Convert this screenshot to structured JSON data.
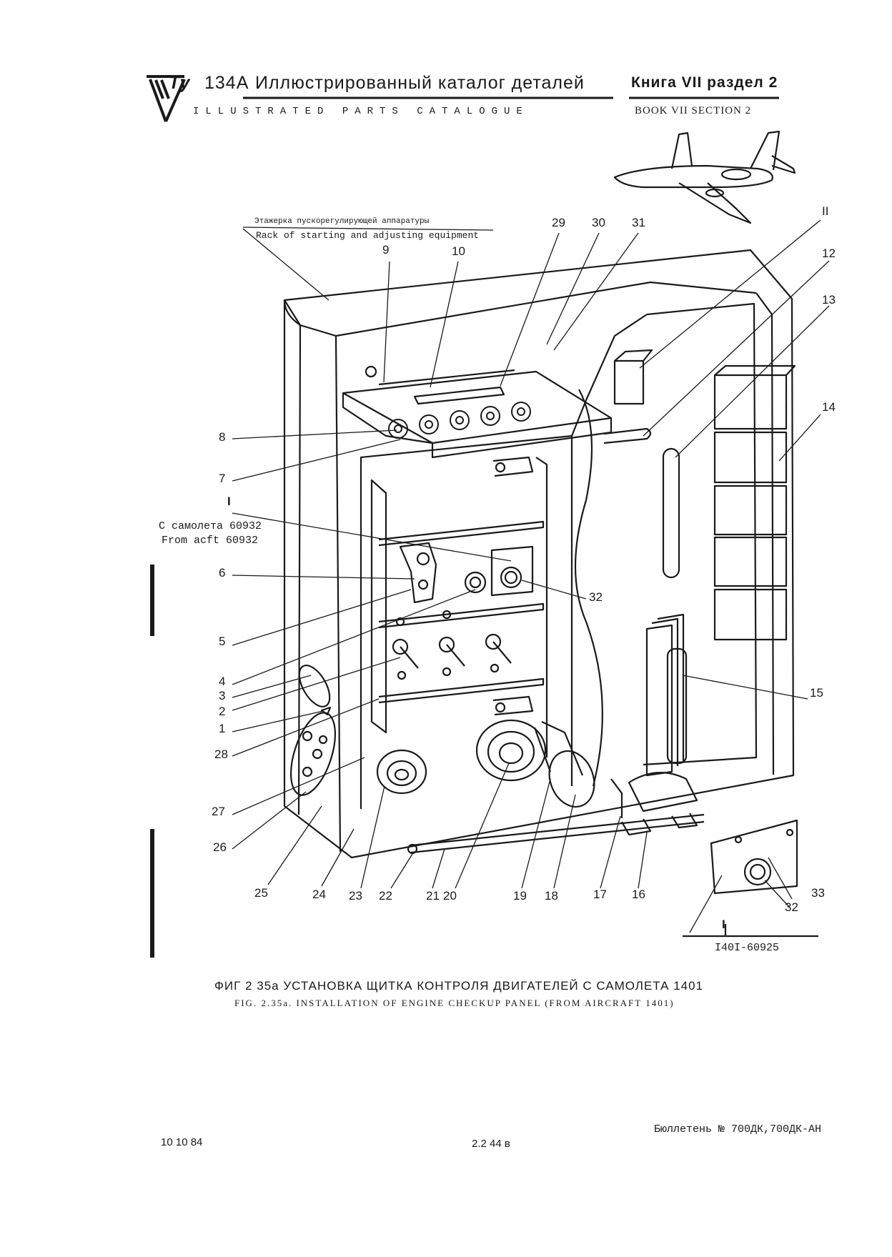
{
  "header": {
    "logo_text": "Ту",
    "model": "134А",
    "title_ru": "Иллюстрированный каталог деталей",
    "book_ru": "Книга VII раздел  2",
    "title_en": "ILLUSTRATED PARTS CATALOGUE",
    "book_en": "BOOK  VII SECTION  2"
  },
  "diagram": {
    "rack_label_ru": "Этажерка пускорегулирующей аппаратуры",
    "rack_label_en": "Rack of starting and adjusting equipment",
    "from_ru": "С самолета 60932",
    "from_en": "From acft 60932",
    "inset_code": "I40I-60925",
    "callouts": {
      "c9": "9",
      "c10": "10",
      "c29": "29",
      "c30": "30",
      "c31": "31",
      "c11": "II",
      "c12": "12",
      "c13": "13",
      "c14": "14",
      "c15": "15",
      "c8": "8",
      "c7": "7",
      "cI_top": "I",
      "c6": "6",
      "c5": "5",
      "c4": "4",
      "c3": "3",
      "c2": "2",
      "c1": "1",
      "c28": "28",
      "c27": "27",
      "c26": "26",
      "c25": "25",
      "c24": "24",
      "c23": "23",
      "c22": "22",
      "c21": "21",
      "c20": "20",
      "c19": "19",
      "c18": "18",
      "c17": "17",
      "c16": "16",
      "c32a": "32",
      "c32b": "32",
      "c33": "33",
      "cI_bottom": "I"
    }
  },
  "caption": {
    "ru": "ФИГ 2 35а УСТАНОВКА ЩИТКА  КОНТРОЛЯ ДВИГАТЕЛЕЙ  С САМОЛЕТА  1401",
    "en": "FIG. 2.35a. INSTALLATION OF ENGINE CHECKUP PANEL (FROM AIRCRAFT 1401)"
  },
  "footer": {
    "date": "10 10 84",
    "page": "2.2 44 в",
    "bulletin": "Бюллетень № 700ДК,700ДК-АН"
  }
}
